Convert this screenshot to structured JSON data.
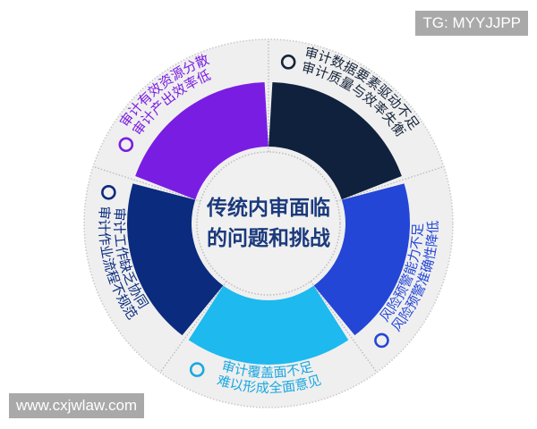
{
  "center": {
    "line1": "传统内审面临",
    "line2": "的问题和挑战"
  },
  "segments": [
    {
      "key": "resources",
      "color": "#7a1de2",
      "text_color": "#7a1de2",
      "line1": "审计有效资源分散",
      "line2": "审计产出效率低"
    },
    {
      "key": "data",
      "color": "#0f213d",
      "text_color": "#15243a",
      "line1": "审计数据要素驱动不足",
      "line2": "审计质量与效率失衡"
    },
    {
      "key": "risk",
      "color": "#2346d6",
      "text_color": "#2346d6",
      "line1": "风险预警能力不足",
      "line2": "风险预警准确性降低"
    },
    {
      "key": "coverage",
      "color": "#1db9ef",
      "text_color": "#1aa8e0",
      "line1": "审计覆盖面不足",
      "line2": "难以形成全面意见"
    },
    {
      "key": "collaboration",
      "color": "#0a2b7e",
      "text_color": "#0a2b7e",
      "line1": "审计工作缺乏协同",
      "line2": "审计作业流程不规范"
    }
  ],
  "watermarks": {
    "top": "TG: MYYJJPP",
    "bottom": "www.cxjwlaw.com"
  },
  "colors": {
    "ring": "#efefef",
    "center_text": "#1b3a7c",
    "divider": "#b9b9b9"
  }
}
